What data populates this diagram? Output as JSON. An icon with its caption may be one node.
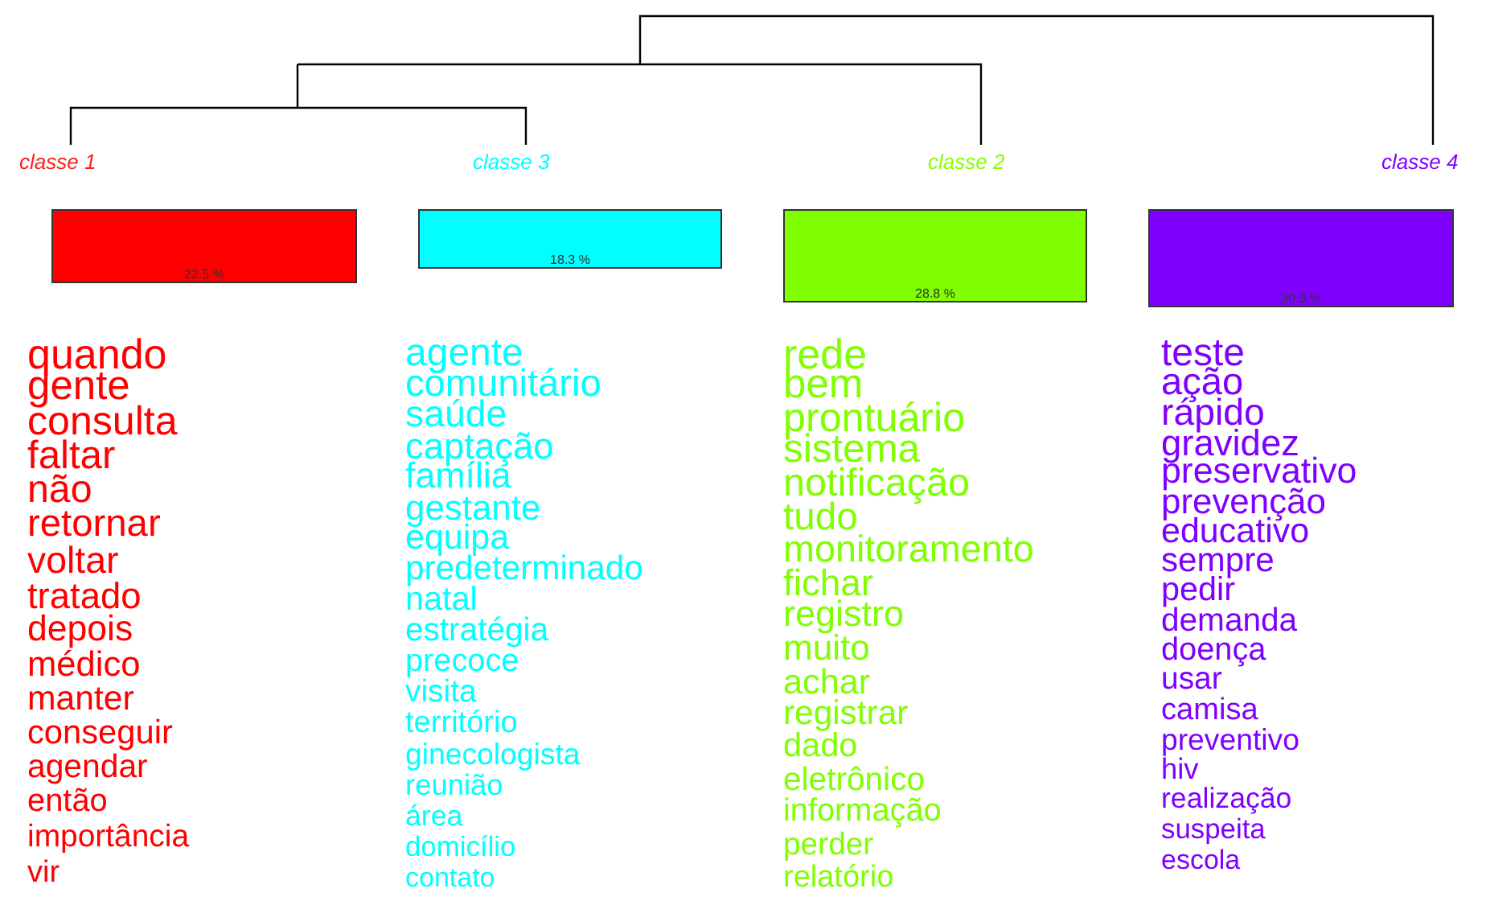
{
  "diagram": {
    "nodes": [
      {
        "text": [
          "classe  1"
        ]
      },
      {
        "text": [
          "22.5 %"
        ],
        "beside": [
          "quando",
          "gente",
          "consulta",
          "faltar",
          "não",
          "retornar",
          "voltar",
          "tratado",
          "depois",
          "médico",
          "manter",
          "conseguir",
          "agendar",
          "então",
          "importância",
          "vir"
        ]
      },
      {
        "text": [
          "classe  3"
        ]
      },
      {
        "text": [
          "18.3 %"
        ],
        "beside": [
          "agente",
          "comunitário",
          "saúde",
          "captação",
          "família",
          "gestante",
          "equipa",
          "predeterminado",
          "natal",
          "estratégia",
          "precoce",
          "visita",
          "território",
          "ginecologista",
          "reunião",
          "área",
          "domicílio",
          "contato"
        ]
      },
      {
        "text": [
          "classe  2"
        ]
      },
      {
        "text": [
          "28.8 %"
        ],
        "beside": [
          "rede",
          "bem",
          "prontuário",
          "sistema",
          "notificação",
          "tudo",
          "monitoramento",
          "fichar",
          "registro",
          "muito",
          "achar",
          "registrar",
          "dado",
          "eletrônico",
          "informação",
          "perder",
          "relatório"
        ]
      },
      {
        "text": [
          "classe  4"
        ]
      },
      {
        "text": [
          "30.3 %"
        ],
        "beside": [
          "teste",
          "ação",
          "rápido",
          "gravidez",
          "preservativo",
          "prevenção",
          "educativo",
          "sempre",
          "pedir",
          "demanda",
          "doença",
          "usar",
          "camisa",
          "preventivo",
          "hiv",
          "realização",
          "suspeita",
          "escola"
        ]
      }
    ]
  }
}
